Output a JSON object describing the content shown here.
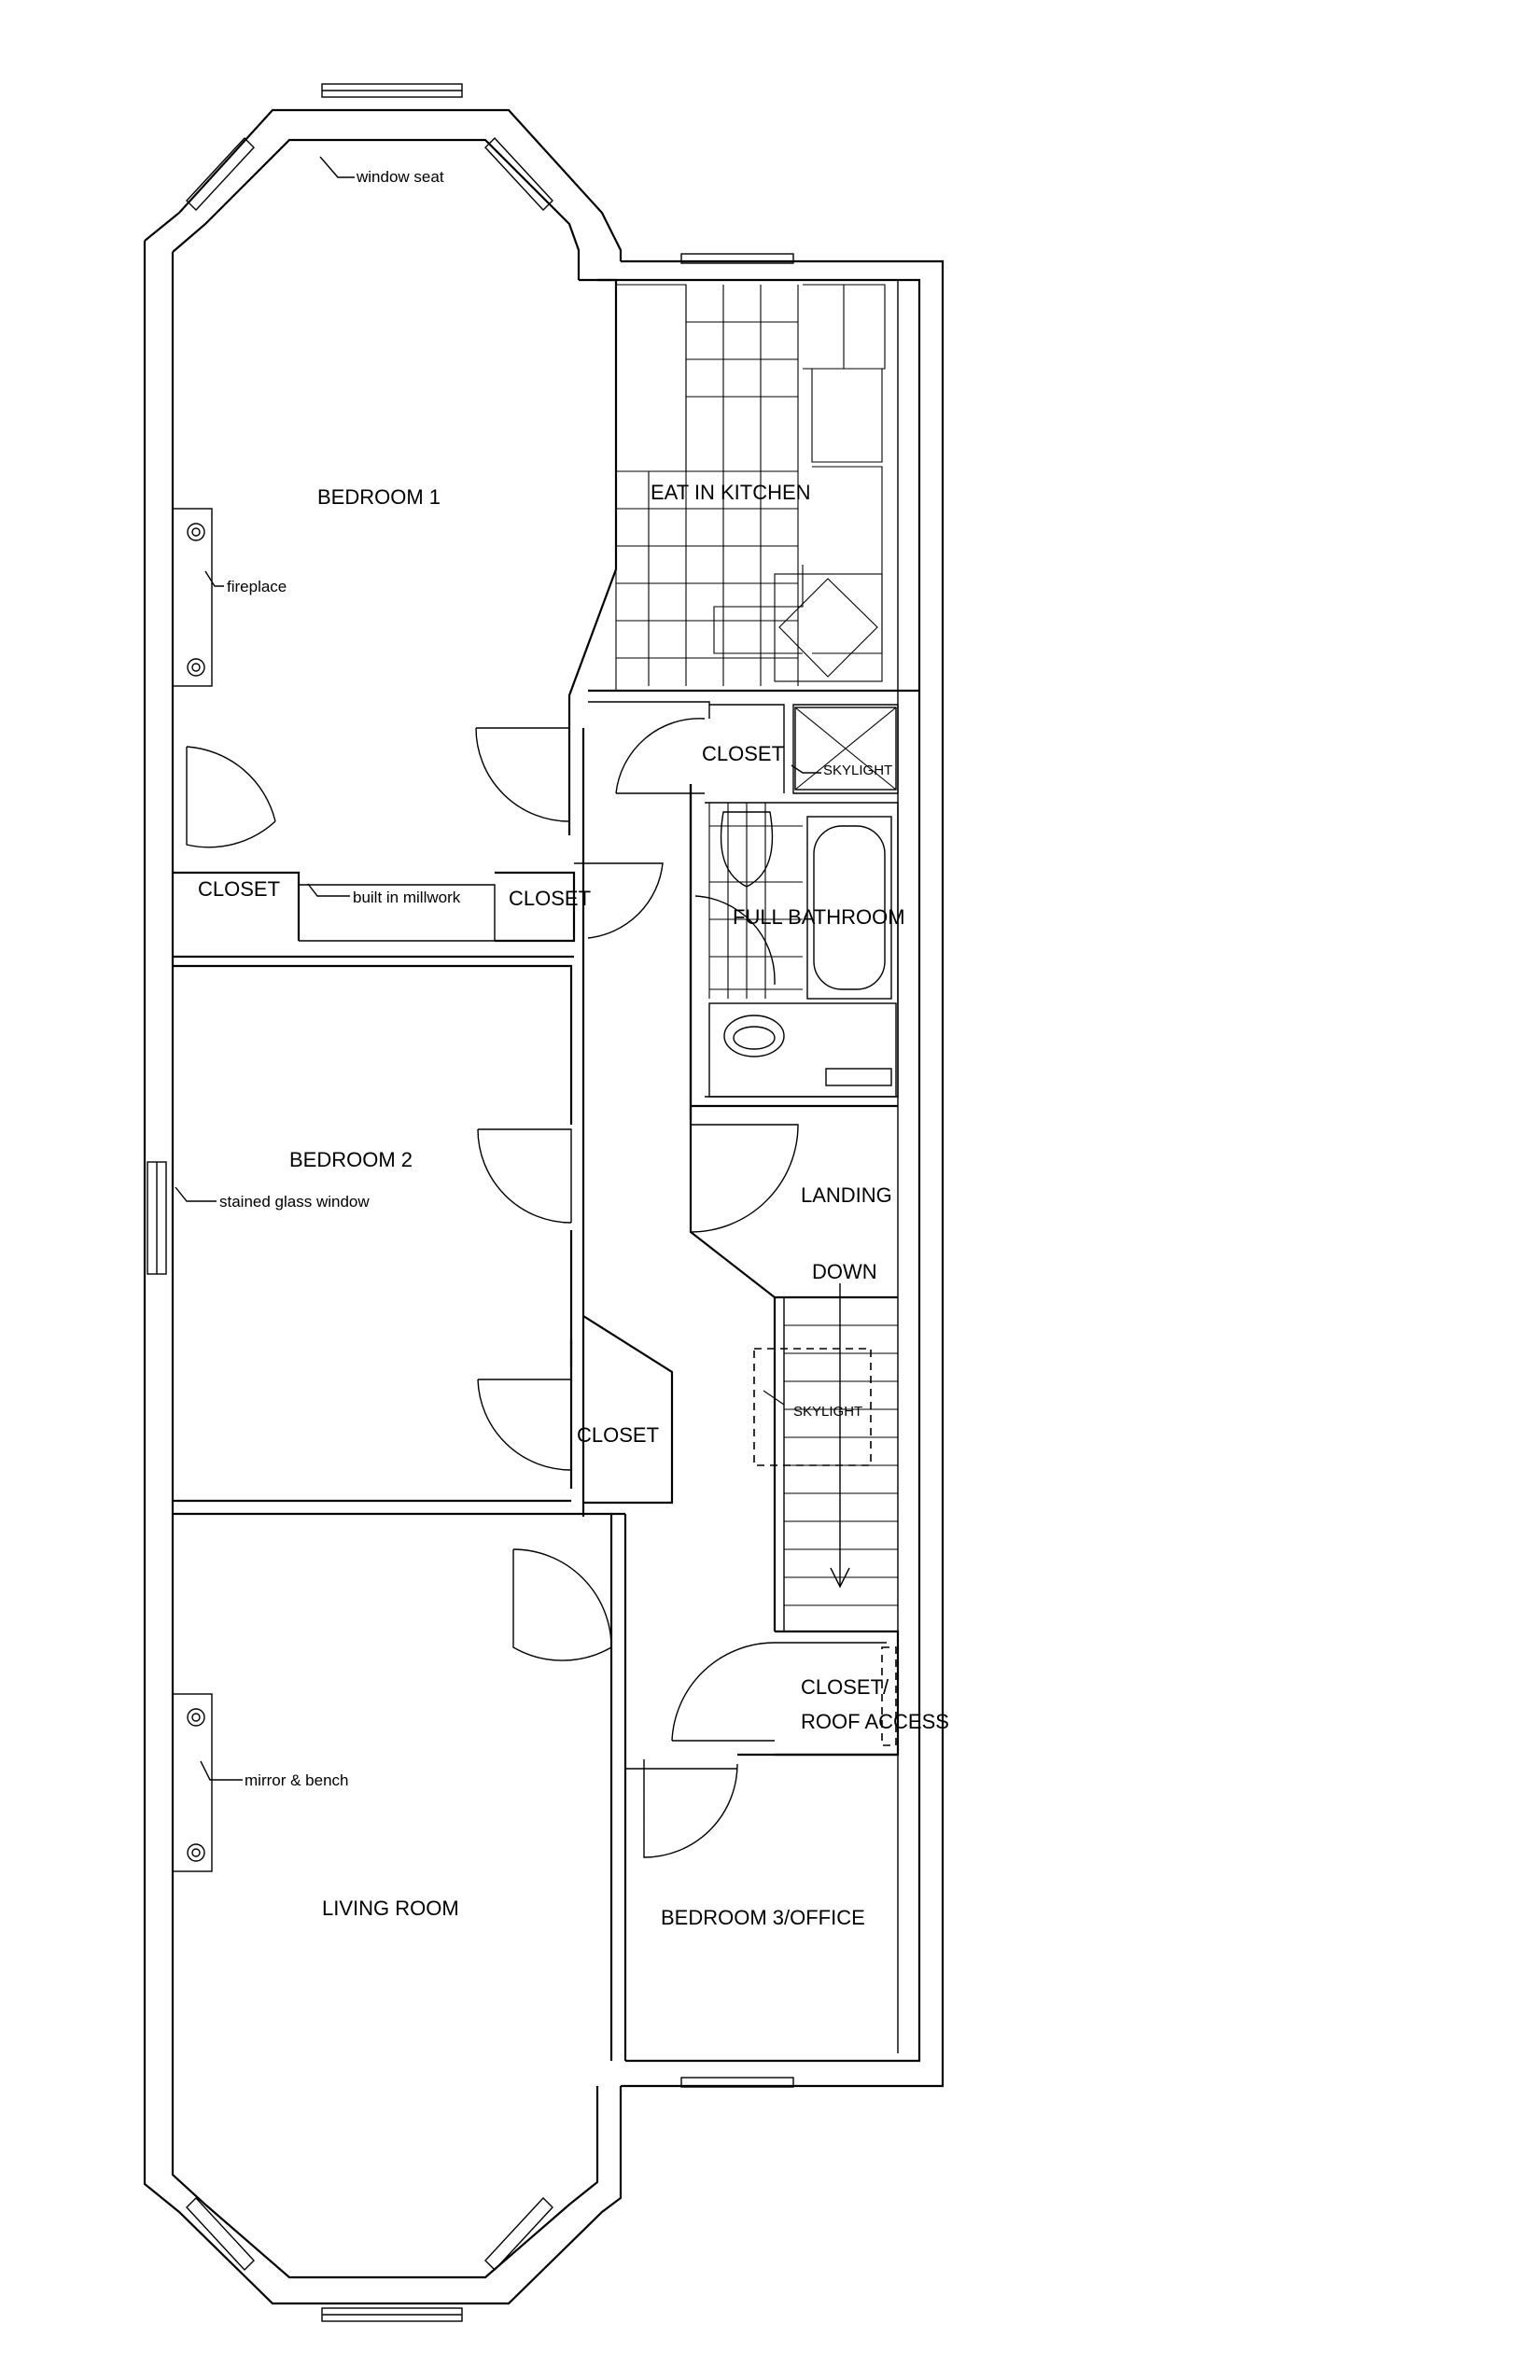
{
  "rooms": {
    "bedroom1": "BEDROOM 1",
    "kitchen": "EAT IN KITCHEN",
    "closet_kitchen": "CLOSET",
    "skylight_bath": "SKYLIGHT",
    "closet_bed1_a": "CLOSET",
    "closet_bed1_b": "CLOSET",
    "bathroom": "FULL BATHROOM",
    "bedroom2": "BEDROOM 2",
    "landing": "LANDING",
    "down": "DOWN",
    "skylight_stair": "SKYLIGHT",
    "closet_bed2": "CLOSET",
    "closet_roof_1": "CLOSET/",
    "closet_roof_2": "ROOF ACCESS",
    "living": "LIVING ROOM",
    "bedroom3": "BEDROOM 3/OFFICE"
  },
  "notes": {
    "window_seat": "window seat",
    "fireplace": "fireplace",
    "millwork": "built in millwork",
    "stained_glass": "stained glass window",
    "mirror_bench": "mirror & bench"
  }
}
